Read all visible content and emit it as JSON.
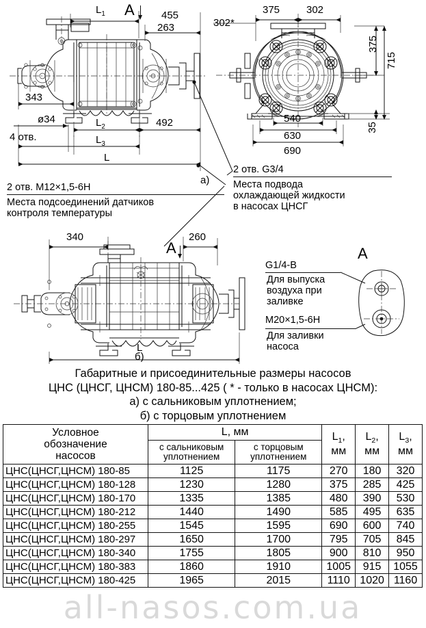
{
  "page": {
    "watermark": "all-nasos.com.ua"
  },
  "figure_a": {
    "view_letter": "A",
    "dims": {
      "L1": "L",
      "L1_sub": "1",
      "d455": "455",
      "d263": "263",
      "d343": "343",
      "d34": "ø34",
      "holes4": "4 отв.",
      "L2": "L",
      "L2_sub": "2",
      "d492": "492",
      "L3": "L",
      "L3_sub": "3",
      "L": "L"
    },
    "marker": "а)"
  },
  "figure_section": {
    "dims": {
      "d375_top": "375",
      "d302_top": "302",
      "d302_star": "302*",
      "d375_right": "375",
      "d715": "715",
      "d35": "35",
      "d540": "540",
      "d630": "630",
      "d690": "690"
    }
  },
  "notes": {
    "temp_sensor": {
      "thread": "2 отв. M12×1,5-6H",
      "line1": "Места подсоединений датчиков",
      "line2": "контроля температуры"
    },
    "coolant": {
      "thread": "2 отв. G3/4",
      "line1": "Места подвода",
      "line2": "охлаждающей жидкости",
      "line3": "в насосах ЦНСГ"
    }
  },
  "figure_b": {
    "view_letter": "A",
    "dims": {
      "d340": "340",
      "d260": "260",
      "L": "L"
    },
    "marker": "б)"
  },
  "detail_A": {
    "view_letter": "A",
    "air_thread": "G1/4-B",
    "air_line1": "Для выпуска",
    "air_line2": "воздуха при",
    "air_line3": "заливке",
    "fill_thread": "M20×1,5-6H",
    "fill_line1": "Для заливки",
    "fill_line2": "насоса"
  },
  "caption": {
    "line1": "Габаритные и присоединительные размеры насосов",
    "line2": "ЦНС (ЦНСГ, ЦНСМ) 180-85...425 ( * - только в насосах ЦНСМ):",
    "line3": "а) с сальниковым уплотнением;",
    "line4": "б) с торцовым уплотнением"
  },
  "table": {
    "headers": {
      "name_l1": "Условное",
      "name_l2": "обозначение",
      "name_l3": "насосов",
      "L_group": "L, мм",
      "gland_l1": "с сальниковым",
      "gland_l2": "уплотнением",
      "mech_l1": "с торцовым",
      "mech_l2": "уплотнением",
      "L1": "L",
      "L1_sub": "1",
      "L2": "L",
      "L2_sub": "2",
      "L3": "L",
      "L3_sub": "3",
      "mm": "мм",
      "comma": ","
    },
    "rows": [
      {
        "name": "ЦНС(ЦНСГ,ЦНСМ) 180-85",
        "gland": "1125",
        "mech": "1175",
        "L1": "270",
        "L2": "180",
        "L3": "320"
      },
      {
        "name": "ЦНС(ЦНСГ,ЦНСМ) 180-128",
        "gland": "1230",
        "mech": "1280",
        "L1": "375",
        "L2": "285",
        "L3": "425"
      },
      {
        "name": "ЦНС(ЦНСГ,ЦНСМ) 180-170",
        "gland": "1335",
        "mech": "1385",
        "L1": "480",
        "L2": "390",
        "L3": "530"
      },
      {
        "name": "ЦНС(ЦНСГ,ЦНСМ) 180-212",
        "gland": "1440",
        "mech": "1490",
        "L1": "585",
        "L2": "495",
        "L3": "635"
      },
      {
        "name": "ЦНС(ЦНСГ,ЦНСМ) 180-255",
        "gland": "1545",
        "mech": "1595",
        "L1": "690",
        "L2": "600",
        "L3": "740"
      },
      {
        "name": "ЦНС(ЦНСГ,ЦНСМ) 180-297",
        "gland": "1650",
        "mech": "1700",
        "L1": "795",
        "L2": "705",
        "L3": "845"
      },
      {
        "name": "ЦНС(ЦНСГ,ЦНСМ) 180-340",
        "gland": "1755",
        "mech": "1805",
        "L1": "900",
        "L2": "810",
        "L3": "950"
      },
      {
        "name": "ЦНС(ЦНСГ,ЦНСМ) 180-383",
        "gland": "1860",
        "mech": "1910",
        "L1": "1005",
        "L2": "915",
        "L3": "1055"
      },
      {
        "name": "ЦНС(ЦНСГ,ЦНСМ) 180-425",
        "gland": "1965",
        "mech": "2015",
        "L1": "1110",
        "L2": "1020",
        "L3": "1160"
      }
    ]
  }
}
